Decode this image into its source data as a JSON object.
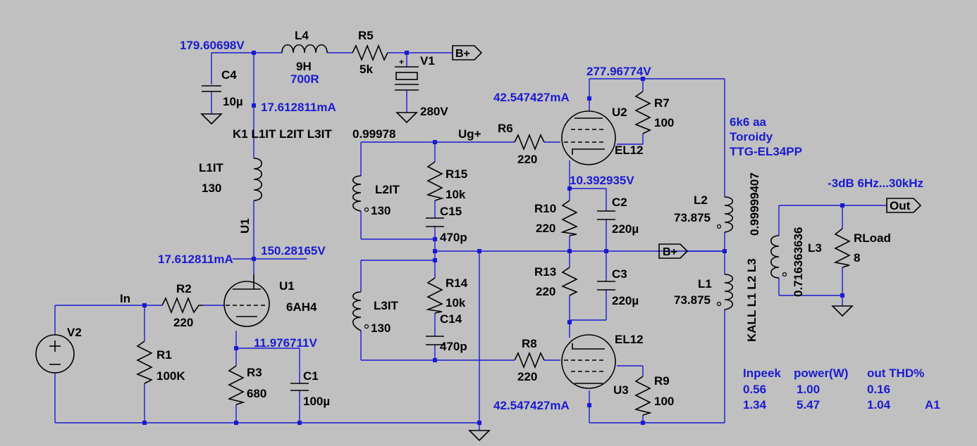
{
  "colors": {
    "background": "#c0c0c0",
    "wire": "#1a1ad2",
    "component": "#000000",
    "annotation": "#1a1ad2"
  },
  "labels": {
    "node_179": "179.60698V",
    "L4_name": "L4",
    "L4_ind": "9H",
    "L4_res": "700R",
    "R5_name": "R5",
    "R5_val": "5k",
    "bplus_top": "B+",
    "V1_name": "V1",
    "V1_val": "280V",
    "V1_plus": "+",
    "C4_name": "C4",
    "C4_val": "10µ",
    "cur_top": "17.612811mA",
    "kdir_text": "K1 L1IT L2IT L3IT",
    "kdir_val": "0.99978",
    "L1IT_name": "L1IT",
    "L1IT_val": "130",
    "U1_net": "U1",
    "cur_u1": "17.612811mA",
    "node_150": "150.28165V",
    "U1_name": "U1",
    "U1_type": "6AH4",
    "in_label": "In",
    "R2_name": "R2",
    "R2_val": "220",
    "V2_name": "V2",
    "R1_name": "R1",
    "R1_val": "100K",
    "node_11": "11.976711V",
    "R3_name": "R3",
    "R3_val": "680",
    "C1_name": "C1",
    "C1_val": "100µ",
    "ug_label": "Ug+",
    "R6_name": "R6",
    "R6_val": "220",
    "L2IT_name": "L2IT",
    "L2IT_val": "130",
    "R15_name": "R15",
    "R15_val": "10k",
    "C15_name": "C15",
    "C15_val": "470p",
    "L3IT_name": "L3IT",
    "L3IT_val": "130",
    "R14_name": "R14",
    "R14_val": "10k",
    "C14_name": "C14",
    "C14_val": "470p",
    "R8_name": "R8",
    "R8_val": "220",
    "node_277": "277.96774V",
    "cur_u2": "42.547427mA",
    "R7_name": "R7",
    "R7_val": "100",
    "U2_name": "U2",
    "U2_type": "EL12",
    "node_10": "10.392935V",
    "R10_name": "R10",
    "R10_val": "220",
    "C2_name": "C2",
    "C2_val": "220µ",
    "R13_name": "R13",
    "R13_val": "220",
    "C3_name": "C3",
    "C3_val": "220µ",
    "U3_type": "EL12",
    "U3_name": "U3",
    "R9_name": "R9",
    "R9_val": "100",
    "cur_u3": "42.547427mA",
    "note1": "6k6 aa",
    "note2": "Toroidy",
    "note3": "TTG-EL34PP",
    "kall_val": "0.99999407",
    "kall_text": "KALL L1 L2 L3",
    "L2_name": "L2",
    "L2_val": "73.875",
    "L1_name": "L1",
    "L1_val": "73.875",
    "bplus_mid": "B+",
    "bw_note": "-3dB 6Hz...30kHz",
    "out_label": "Out",
    "L3_name": "L3",
    "L3_val": "0.716363636",
    "RLoad_name": "RLoad",
    "RLoad_val": "8"
  },
  "table": {
    "headers": [
      "Inpeek",
      "power(W)",
      "out THD%"
    ],
    "rows": [
      [
        "0.56",
        "1.00",
        "0.16"
      ],
      [
        "1.34",
        "5.47",
        "1.04"
      ]
    ],
    "tag": "A1"
  }
}
